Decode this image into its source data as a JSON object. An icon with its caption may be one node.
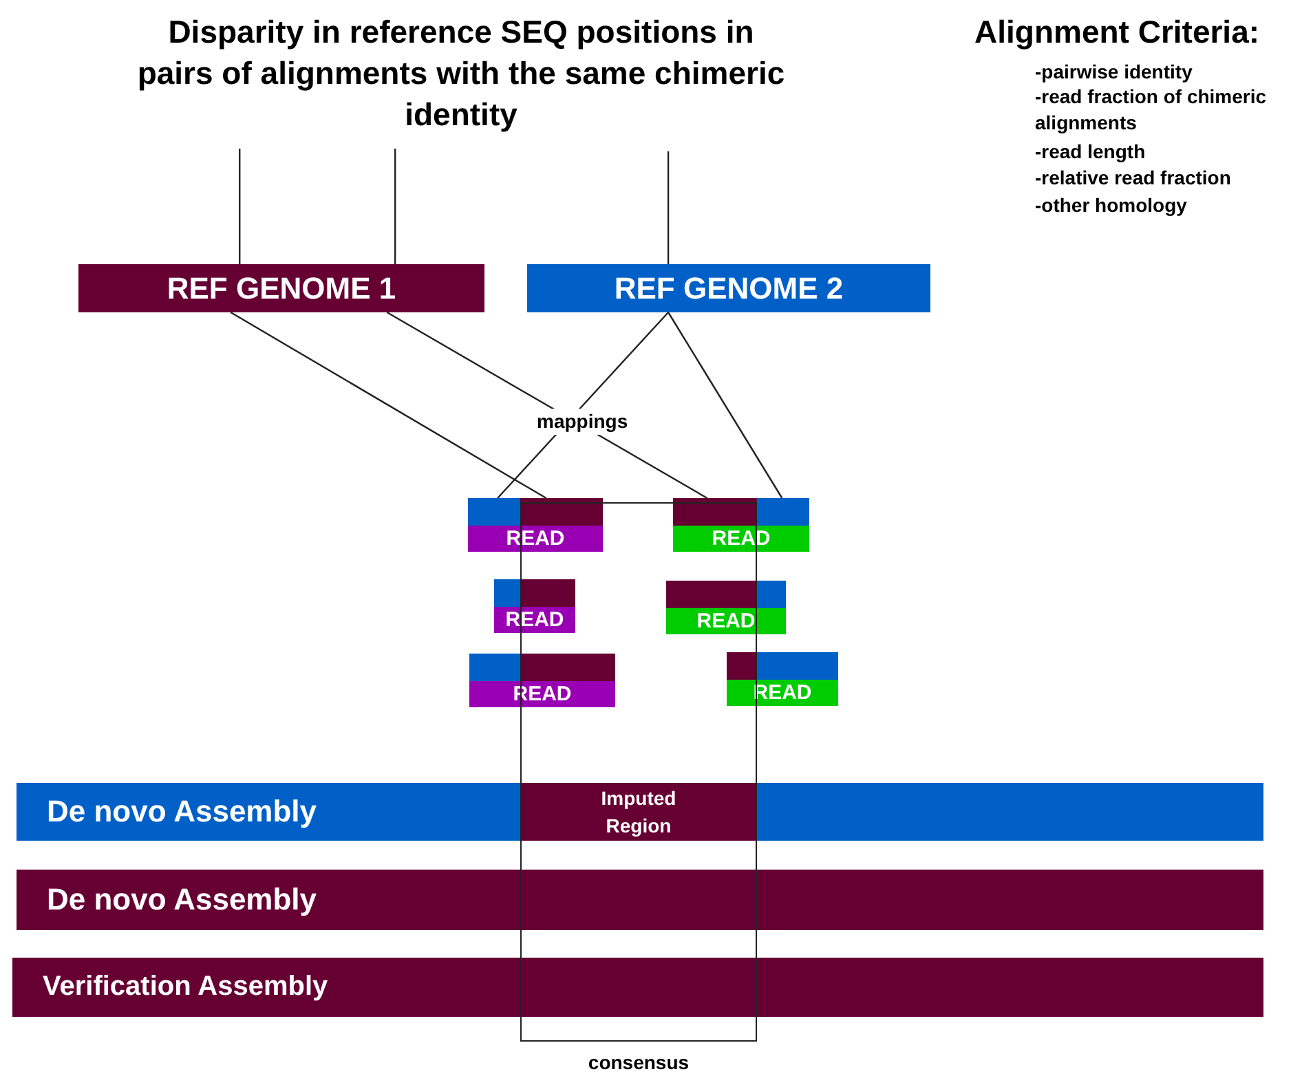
{
  "diagram": {
    "title": "Disparity in reference SEQ positions in pairs of alignments with the same chimeric identity",
    "nodes": [
      {
        "text": [
          "REF GENOME 1"
        ]
      },
      {
        "text": [
          "REF GENOME 2"
        ]
      },
      {
        "text": [
          "READ"
        ]
      },
      {
        "text": [
          "READ"
        ]
      },
      {
        "text": [
          "READ"
        ]
      },
      {
        "text": [
          "READ"
        ]
      },
      {
        "text": [
          "READ"
        ]
      },
      {
        "text": [
          "READ"
        ]
      },
      {
        "text": [
          "consensus"
        ]
      },
      {
        "text": [
          "De novo Assembly"
        ]
      },
      {
        "text": [
          "Imputed Region"
        ]
      },
      {
        "text": [
          "De novo Assembly"
        ]
      },
      {
        "text": [
          "Verification Assembly"
        ]
      }
    ],
    "edges": [
      {
        "from": null,
        "to": 0,
        "arrow": "none"
      },
      {
        "from": null,
        "to": 0,
        "arrow": "none"
      },
      {
        "from": null,
        "to": 1,
        "arrow": "none"
      },
      {
        "from": 0,
        "to": 2,
        "arrow": "none"
      },
      {
        "from": 0,
        "to": 3,
        "arrow": "none"
      },
      {
        "from": 1,
        "to": 2,
        "arrow": "none"
      },
      {
        "from": 1,
        "to": 3,
        "arrow": "none"
      }
    ],
    "labels": [
      "mappings",
      "Alignment Criteria:",
      "-pairwise identity",
      "-read fraction of chimeric alignments",
      "-read length",
      "-relative read fraction",
      "-other homology"
    ]
  }
}
